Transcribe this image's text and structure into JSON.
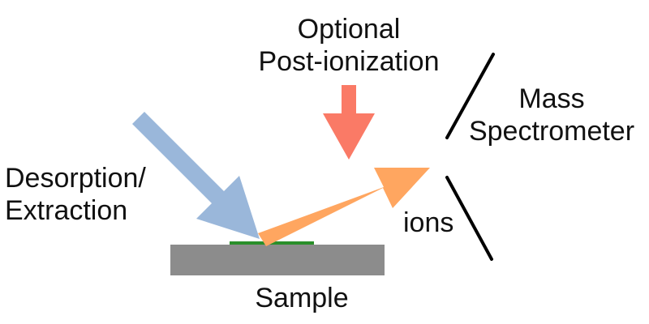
{
  "labels": {
    "optional_line1": "Optional",
    "optional_line2": "Post-ionization",
    "mass_line1": "Mass",
    "mass_line2": "Spectrometer",
    "desorption_line1": "Desorption/",
    "desorption_line2": "Extraction",
    "ions": "ions",
    "sample": "Sample"
  },
  "colors": {
    "desorption_arrow": "#9ab7da",
    "ion_arrow": "#ffa660",
    "post_ionization_arrow": "#fa7a66",
    "sample_block": "#8c8c8c",
    "sample_film": "#2a8f2a",
    "spectrometer_lines": "#000000",
    "text": "#111111"
  }
}
